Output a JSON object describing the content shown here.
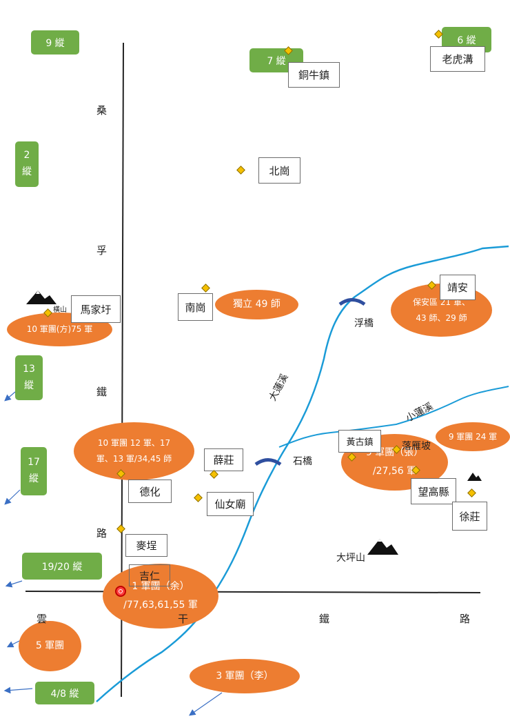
{
  "axis_labels": {
    "sanghu_1": "桑",
    "sanghu_2": "孚",
    "sanghu_3": "鐵",
    "sanghu_4": "路",
    "yungan_1": "雲",
    "yungan_2": "干",
    "yungan_3": "鐵",
    "yungan_4": "路"
  },
  "columns": {
    "c9": "9 縱",
    "c2": "2\n縱",
    "c7": "7 縱",
    "c6": "6 縱",
    "c13": "13\n縱",
    "c17": "17\n縱",
    "c1920": "19/20 縱",
    "c48": "4/8 縱"
  },
  "places": {
    "tongniu": "銅牛鎮",
    "laohugou": "老虎溝",
    "beigang": "北崗",
    "nangang": "南崗",
    "majiayu": "馬家圩",
    "hengshan": "橫山",
    "jingan": "靖安",
    "fuqiao": "浮橋",
    "xuezhuang": "薛莊",
    "shiqiao": "石橋",
    "huanggu": "黃古鎮",
    "luoyanpo": "落雁坡",
    "dehua": "德化",
    "xiannvmiao": "仙女廟",
    "wanggao": "望高縣",
    "xuzhuang": "徐莊",
    "maibu": "麥埕",
    "jiren": "吉仁",
    "dapingshan": "大坪山"
  },
  "rivers": {
    "dalianxi": "大蓮溪",
    "xiaolianxi": "小蓮溪"
  },
  "forces": {
    "duli49": "獨立 49 師",
    "army10fang": "10 軍團(方)75 軍",
    "baoan": [
      "保安區 21 軍、",
      "43 師、29 師"
    ],
    "army10": [
      "10 軍團 12 軍、17",
      "軍、13 軍/34,45 師"
    ],
    "army9zhang": [
      "9 軍團（張）",
      "/27,56 軍"
    ],
    "army9_24": "9 軍團 24 軍",
    "army1yu": [
      "1 軍團（余）",
      "/77,63,61,55 軍"
    ],
    "army5": "5 軍團",
    "army3li": "3 軍團（李）"
  },
  "colors": {
    "column_green": "#70ad47",
    "force_orange": "#ed7d31",
    "river_blue": "#1a9bd7",
    "railway": "#222222",
    "bridge": "#2f4f9f",
    "town_marker": "#f5c000"
  },
  "icons": [
    "mountain-icon",
    "town-diamond-icon",
    "bridge-icon",
    "command-post-icon",
    "arrow-icon"
  ]
}
